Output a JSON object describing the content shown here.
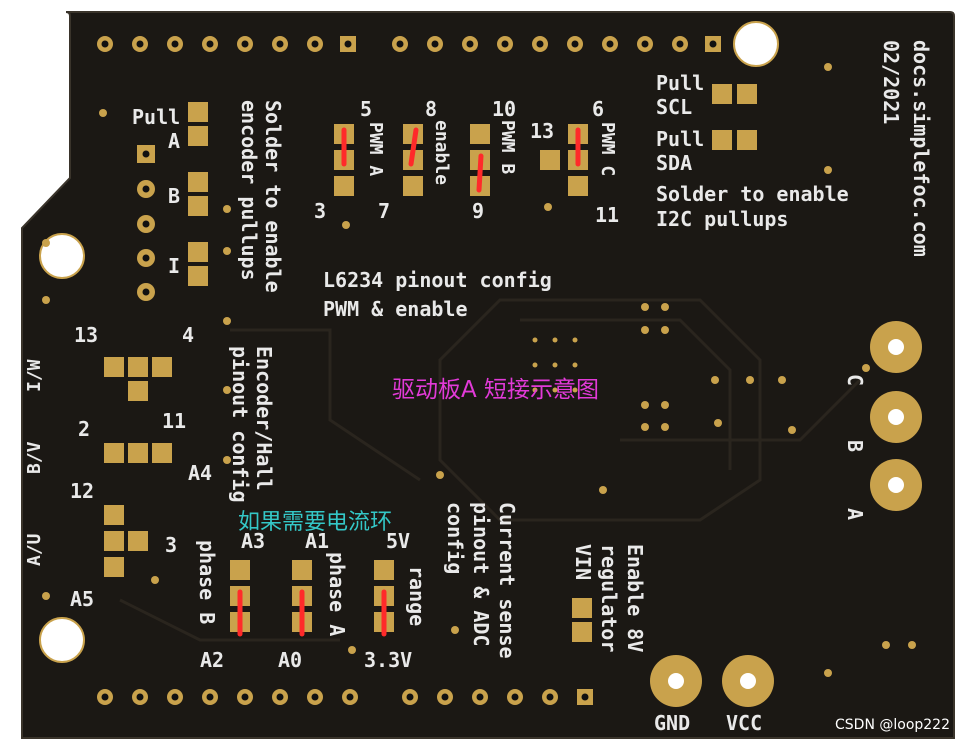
{
  "board": {
    "top_text": {
      "website": "docs.simplefoc.com",
      "date": "02/2021",
      "pull_scl": [
        "Pull",
        "SCL"
      ],
      "pull_sda": [
        "Pull",
        "SDA"
      ],
      "i2c_note": [
        "Solder to enable",
        "I2C pullups"
      ],
      "pull_a": [
        "Pull",
        "A"
      ],
      "enc_b": "B",
      "enc_i": "I",
      "encoder_note": [
        "Solder to enable",
        "encoder pullups"
      ],
      "l6234": [
        "L6234 pinout config",
        "PWM & enable"
      ],
      "pwm_a": "PWM A",
      "enable": "enable",
      "pwm_b": "PWM B",
      "pwm_c": "PWM C",
      "n5": "5",
      "n8": "8",
      "n10": "10",
      "n6": "6",
      "n13": "13",
      "n3": "3",
      "n7": "7",
      "n9": "9",
      "n11": "11"
    },
    "left_text": {
      "n13": "13",
      "n4": "4",
      "n11": "11",
      "n2": "2",
      "a4": "A4",
      "n12": "12",
      "n3": "3",
      "a5": "A5",
      "iw": "I/W",
      "bv": "B/V",
      "au": "A/U",
      "encoder_hall": [
        "Encoder/Hall",
        "pinout config"
      ]
    },
    "bottom_text": {
      "a3": "A3",
      "a1": "A1",
      "v5": "5V",
      "a2": "A2",
      "a0": "A0",
      "v33": "3.3V",
      "phase_b": "phase B",
      "phase_a": "phase A",
      "range": "range",
      "current_sense": [
        "Current sense",
        "pinout & ADC",
        "config"
      ],
      "regulator": [
        "Enable 8V",
        "regulator",
        "VIN"
      ],
      "gnd": "GND",
      "vcc": "VCC"
    },
    "motor_labels": {
      "c": "C",
      "b": "B",
      "a": "A"
    },
    "colors": {
      "pcb": "#1b1814",
      "pad": "#c9a24c",
      "silk": "#e9e9e9",
      "jumper": "#ff2a2a"
    }
  },
  "overlay": {
    "title_cn": "驱动板A 短接示意图",
    "note_cn": "如果需要电流环",
    "watermark": "CSDN @loop222"
  }
}
